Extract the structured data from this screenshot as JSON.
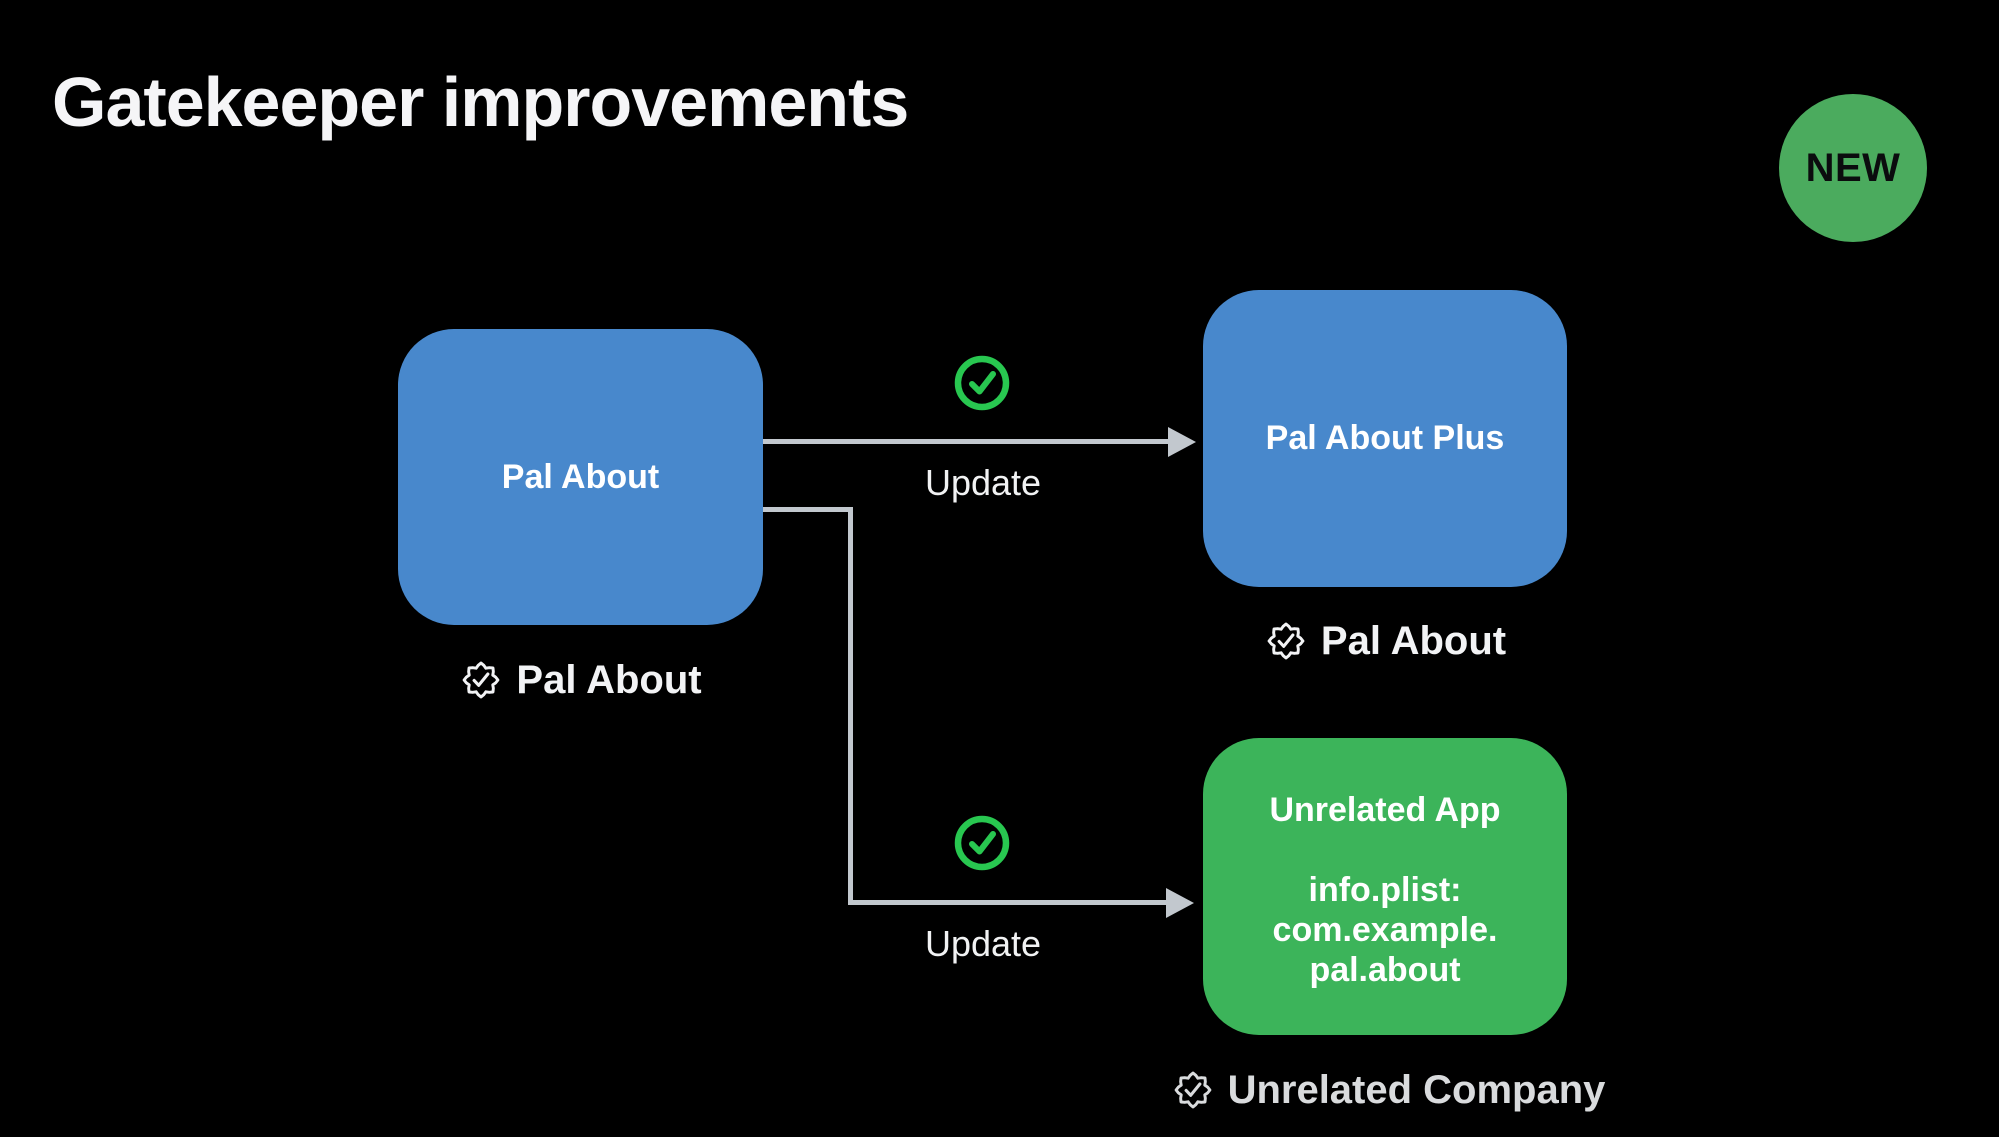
{
  "slide": {
    "title": "Gatekeeper improvements",
    "new_badge_label": "NEW"
  },
  "diagram": {
    "original_app": {
      "name": "Pal About",
      "signer": "Pal About"
    },
    "updated_app": {
      "name": "Pal About Plus",
      "signer": "Pal About"
    },
    "unrelated_app": {
      "name": "Unrelated App",
      "plist_lines": [
        "info.plist:",
        "com.example.",
        "pal.about"
      ],
      "signer": "Unrelated Company"
    },
    "top_arrow_label": "Update",
    "bottom_arrow_label": "Update",
    "check_icon_meaning": "allowed-checkmark"
  },
  "colors": {
    "background": "#000000",
    "title_text": "#F5F5F7",
    "accent_blue": "#4888CC",
    "accent_green": "#3CB45A",
    "new_badge_green": "#4BAB5E",
    "new_badge_text": "#0B0C0E",
    "check_green": "#28C750",
    "connector_gray": "#C2C8CE",
    "label_text": "#F2F3F5",
    "dim_label_text": "#D9DBDD",
    "update_text": "#F1F2F3"
  }
}
